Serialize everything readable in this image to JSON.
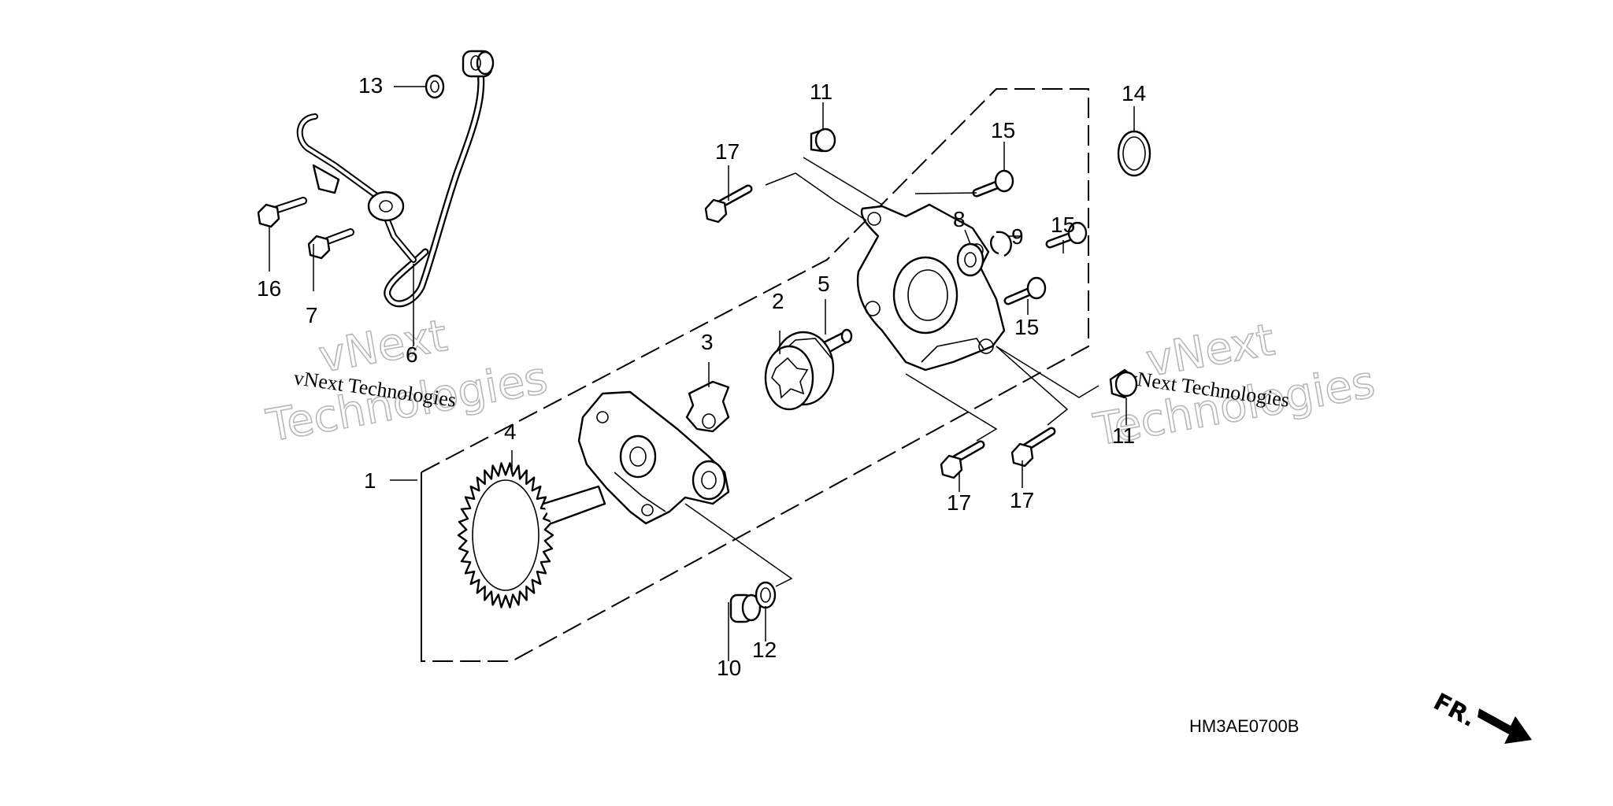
{
  "diagram_code": "HM3AE0700B",
  "front_marker": "FR.",
  "watermark": {
    "small_text": "vNext Technologies",
    "big_line1": "vNext",
    "big_line2": "Technologies"
  },
  "callouts": {
    "c1": "1",
    "c2": "2",
    "c3": "3",
    "c4": "4",
    "c5": "5",
    "c6": "6",
    "c7": "7",
    "c8": "8",
    "c9": "9",
    "c10": "10",
    "c11a": "11",
    "c11b": "11",
    "c12": "12",
    "c13": "13",
    "c14": "14",
    "c15a": "15",
    "c15b": "15",
    "c15c": "15",
    "c16": "16",
    "c17a": "17",
    "c17b": "17",
    "c17c": "17"
  },
  "colors": {
    "ink": "#000000",
    "watermark": "#b8b8b8",
    "background": "#ffffff"
  }
}
